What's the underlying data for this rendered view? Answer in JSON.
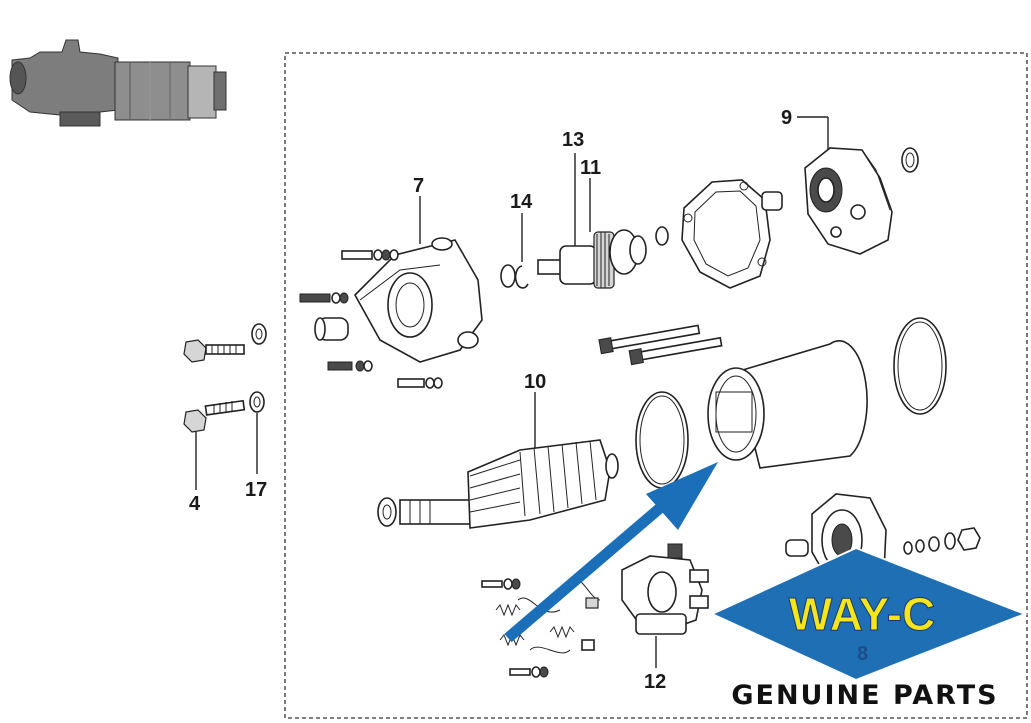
{
  "diagram": {
    "callouts": {
      "c4": "4",
      "c7": "7",
      "c8": "8",
      "c9": "9",
      "c10": "10",
      "c11": "11",
      "c12": "12",
      "c13": "13",
      "c14": "14",
      "c17": "17"
    }
  },
  "watermark": {
    "brand": "WAY-C",
    "tagline": "GENUINE PARTS",
    "colors": {
      "diamond": "#1f6fb5",
      "brand_text": "#f5e61c",
      "arrow": "#1a6fb8"
    }
  }
}
